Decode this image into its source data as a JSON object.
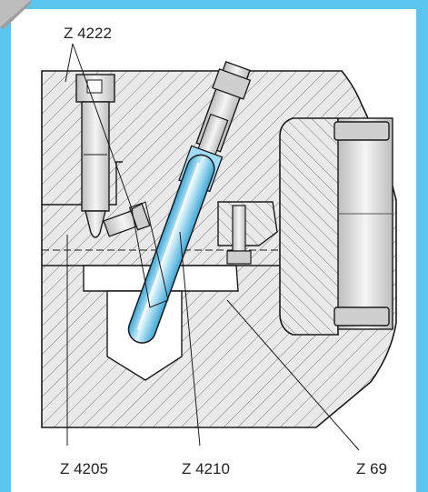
{
  "labels": {
    "top_left": "Z 4222",
    "bottom_left": "Z 4205",
    "bottom_center": "Z 4210",
    "bottom_right": "Z 69"
  },
  "colors": {
    "frame": "#5bc5ef",
    "background": "#ffffff",
    "section": "#e8e8e8",
    "hatch": "#777777",
    "outline": "#1a1a1a",
    "highlight": "#7dcfee"
  }
}
